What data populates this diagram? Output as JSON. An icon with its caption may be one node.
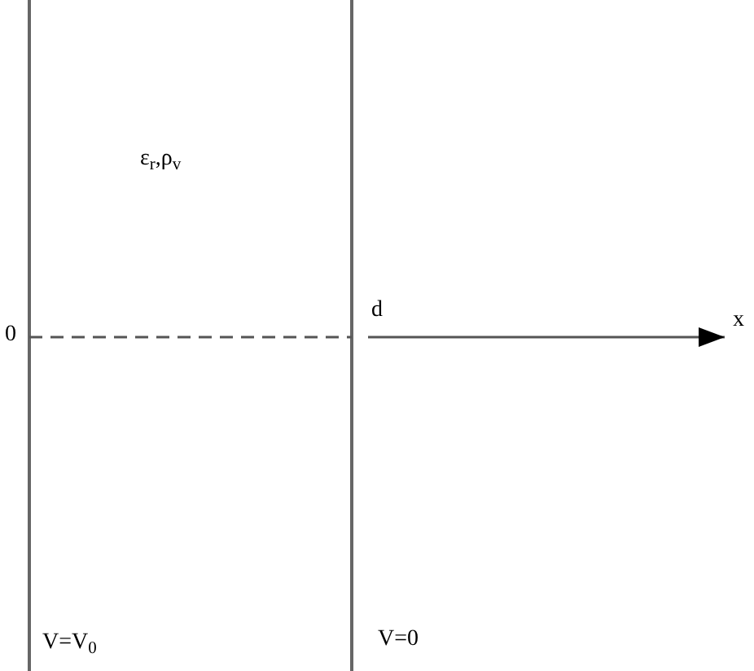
{
  "diagram": {
    "labels": [
      "ε$_{r}$,ρ$_{v}$",
      "0",
      "d",
      "x",
      "V=V$_{0}$",
      "V=0"
    ]
  }
}
